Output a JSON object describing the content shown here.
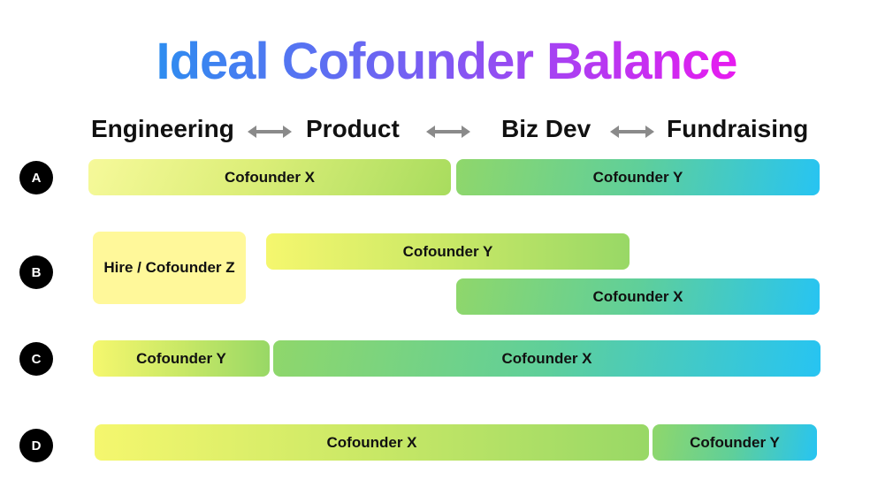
{
  "title": "Ideal Cofounder Balance",
  "headers": [
    "Engineering",
    "Product",
    "Biz Dev",
    "Fundraising"
  ],
  "rows": [
    {
      "label": "A",
      "bars": [
        "Cofounder X",
        "Cofounder Y"
      ]
    },
    {
      "label": "B",
      "bars": [
        "Hire / Cofounder Z",
        "Cofounder Y",
        "Cofounder X"
      ]
    },
    {
      "label": "C",
      "bars": [
        "Cofounder Y",
        "Cofounder X"
      ]
    },
    {
      "label": "D",
      "bars": [
        "Cofounder X",
        "Cofounder Y"
      ]
    }
  ],
  "colors": {
    "title_start": "#2f8cf0",
    "title_end": "#e61cf0",
    "yellow": "#f5f76e",
    "green": "#8fd76b",
    "blue": "#27c4f2"
  },
  "icons": {
    "arrow": "double-arrow-icon"
  }
}
